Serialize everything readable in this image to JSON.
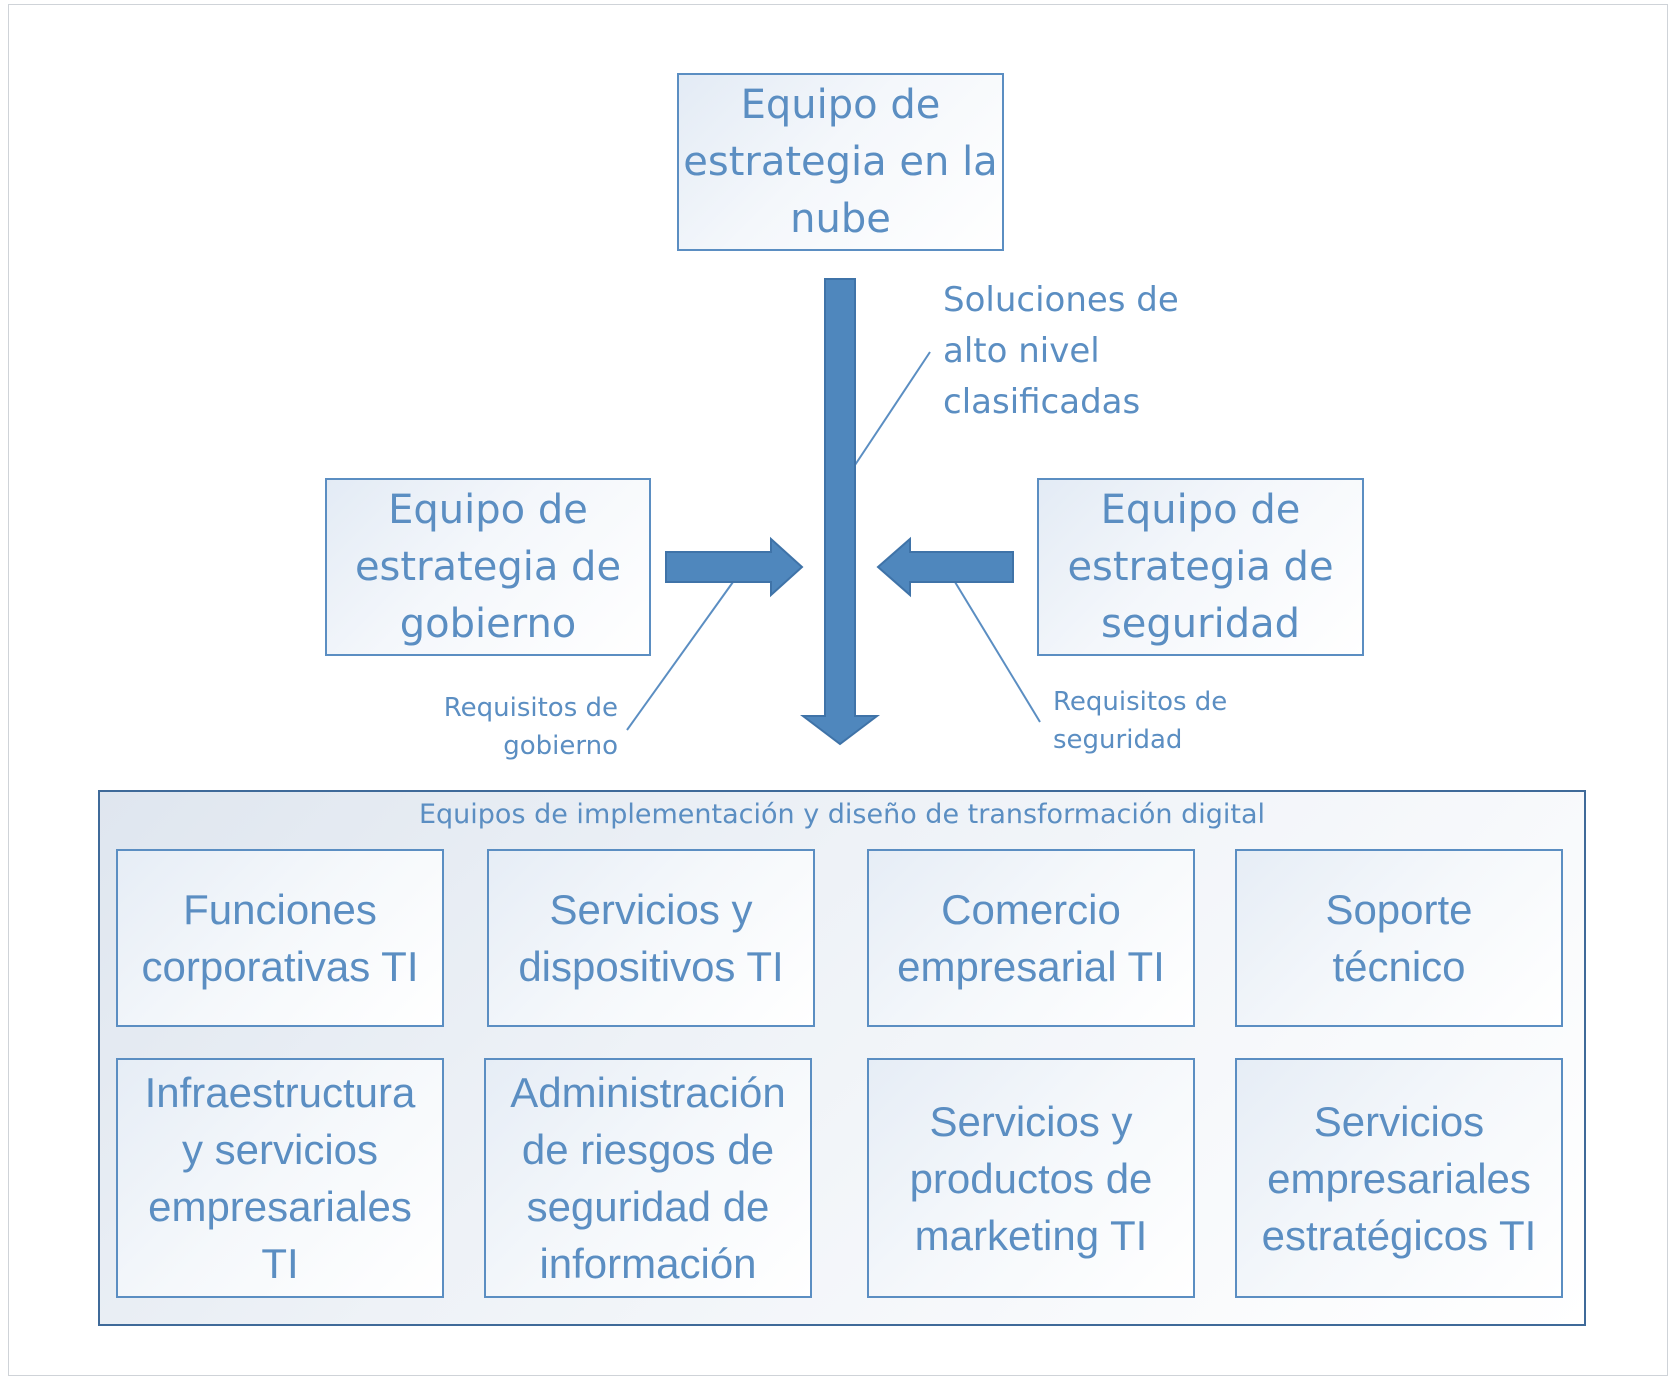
{
  "top_team": "Equipo de\nestrategia en la\nnube",
  "left_team": "Equipo de\nestrategia de\ngobierno",
  "right_team": "Equipo de\nestrategia de\nseguridad",
  "flow_label": "Soluciones de\nalto nivel\nclasificadas",
  "left_requirements": "Requisitos de\ngobierno",
  "right_requirements": "Requisitos de\nseguridad",
  "implementation": {
    "title": "Equipos de implementación y diseño de transformación digital",
    "teams": [
      "Funciones\ncorporativas TI",
      "Servicios y\ndispositivos TI",
      "Comercio\nempresarial TI",
      "Soporte\ntécnico",
      "Infraestructura\ny servicios\nempresariales\nTI",
      "Administración\nde riesgos de\nseguridad de\ninformación",
      "Servicios y\nproductos de\nmarketing TI",
      "Servicios\nempresariales\nestratégicos TI"
    ]
  },
  "colors": {
    "accent": "#5b8ec2",
    "arrow_fill": "#4f87bd",
    "arrow_stroke": "#3f73a8",
    "container_border": "#3f6a99"
  }
}
